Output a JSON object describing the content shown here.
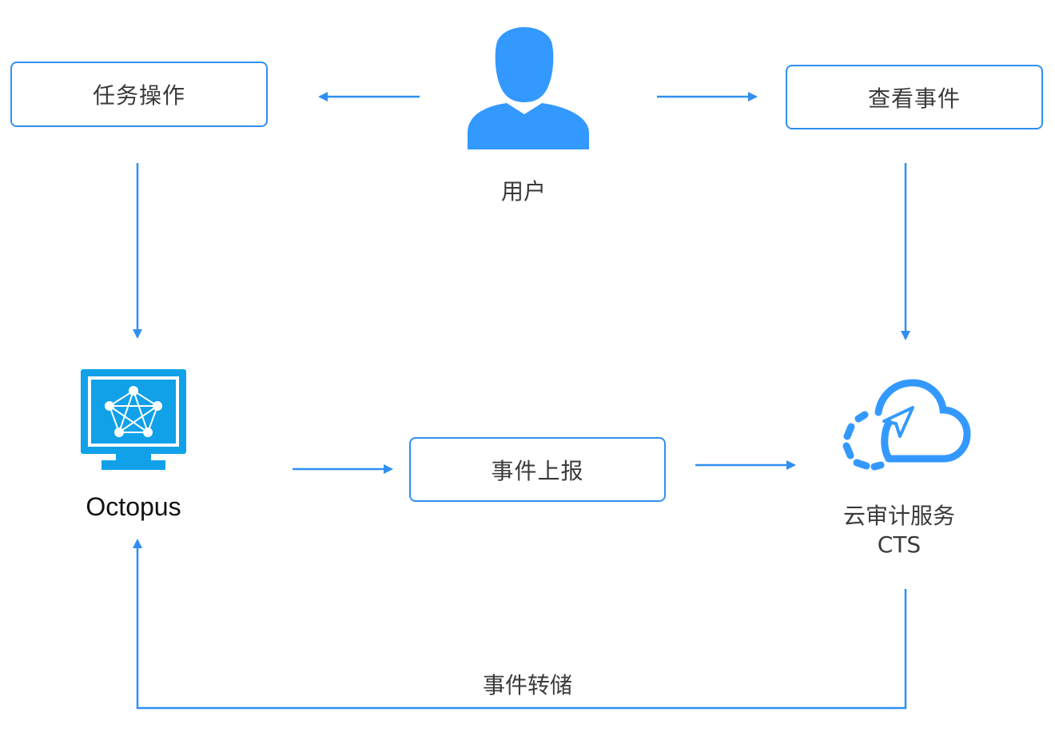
{
  "nodes": {
    "task_op": "任务操作",
    "view_events": "查看事件",
    "user": "用户",
    "octopus": "Octopus",
    "event_report": "事件上报",
    "cts_name": "云审计服务",
    "cts_abbr": "CTS",
    "event_dump": "事件转储"
  },
  "colors": {
    "accent": "#2f8ff0",
    "text": "#3a3a3a"
  },
  "icons": {
    "user": "user-icon",
    "octopus": "monitor-network-icon",
    "cts": "cloud-send-icon"
  }
}
